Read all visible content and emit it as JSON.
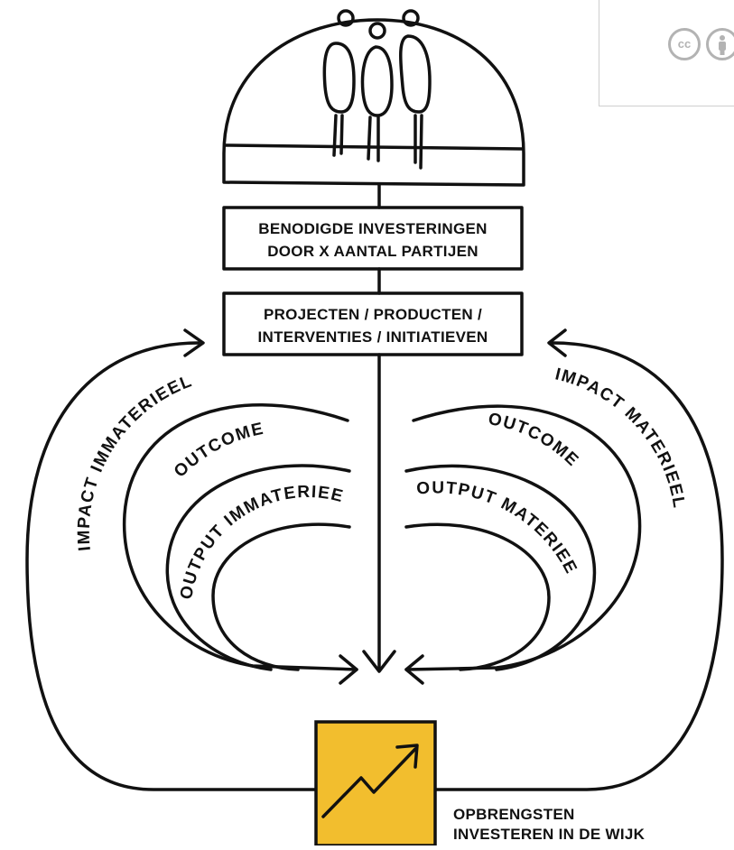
{
  "boxes": {
    "investments": [
      "BENODIGDE INVESTERINGEN",
      "DOOR X AANTAL PARTIJEN"
    ],
    "projects": [
      "PROJECTEN / PRODUCTEN /",
      "INTERVENTIES / INITIATIEVEN"
    ]
  },
  "left": {
    "impact": "IMPACT IMMATERIEEL",
    "outcome": "OUTCOME",
    "output": "OUTPUT IMMATERIEEL"
  },
  "right": {
    "impact": "IMPACT MATERIEEL",
    "outcome": "OUTCOME",
    "output": "OUTPUT MATERIEEL"
  },
  "result": {
    "line1": "OPBRENGSTEN",
    "line2": "INVESTEREN IN DE WIJK"
  },
  "license": {
    "cc": "cc",
    "by_icon": "person-icon"
  },
  "colors": {
    "ink": "#111111",
    "result_fill": "#F2BE2E"
  }
}
